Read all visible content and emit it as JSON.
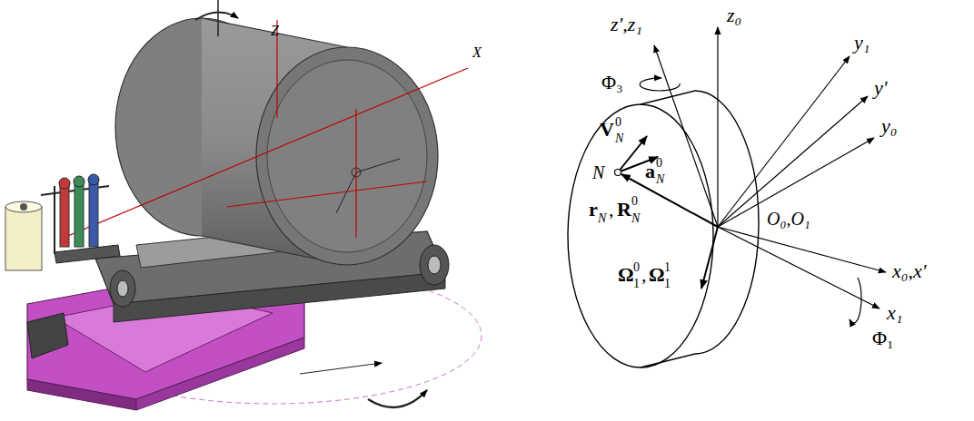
{
  "diagram": {
    "labels": [
      "Z",
      "X",
      "z',z₁",
      "z₀",
      "y₁",
      "y'",
      "y₀",
      "Φ₃",
      "V",
      "0",
      "N",
      "N",
      "a",
      "0",
      "N",
      "r",
      "N",
      ",",
      "R",
      "0",
      "N",
      "O₀,O₁",
      "Ω",
      "1",
      "0",
      ",",
      "Ω",
      "1",
      "1",
      "x₁",
      "x₀,x'",
      "Φ₁"
    ]
  }
}
